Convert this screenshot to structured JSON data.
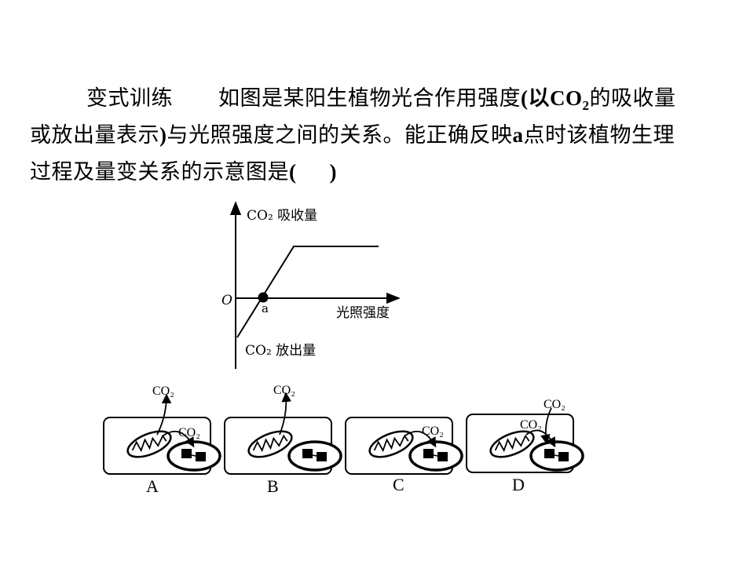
{
  "question": {
    "part1": "变式训练",
    "part2": "如图是某阳生植物光合作用强度",
    "paren_open": "(以",
    "co2_main": "CO",
    "co2_sub": "2",
    "part3": "的吸收量",
    "line2a": "或放出量表示",
    "paren_close": ")",
    "line2b": "与光照强度之间的关系。能正确反映",
    "point_a": "a",
    "line2c": "点时该植物生理",
    "line3": "过程及量变关系的示意图是",
    "answer_open": "(",
    "answer_close": ")"
  },
  "graph": {
    "y_top_label": "CO₂ 吸收量",
    "y_bottom_label": "CO₂ 放出量",
    "x_label": "光照强度",
    "origin_label": "O",
    "point_label": "a"
  },
  "options": [
    {
      "letter": "A",
      "co2_out": "CO₂",
      "co2_mid": "CO₂"
    },
    {
      "letter": "B",
      "co2_out": "CO₂"
    },
    {
      "letter": "C",
      "co2_mid": "CO₂"
    },
    {
      "letter": "D",
      "co2_out": "CO₂",
      "co2_mid": "CO₂"
    }
  ]
}
